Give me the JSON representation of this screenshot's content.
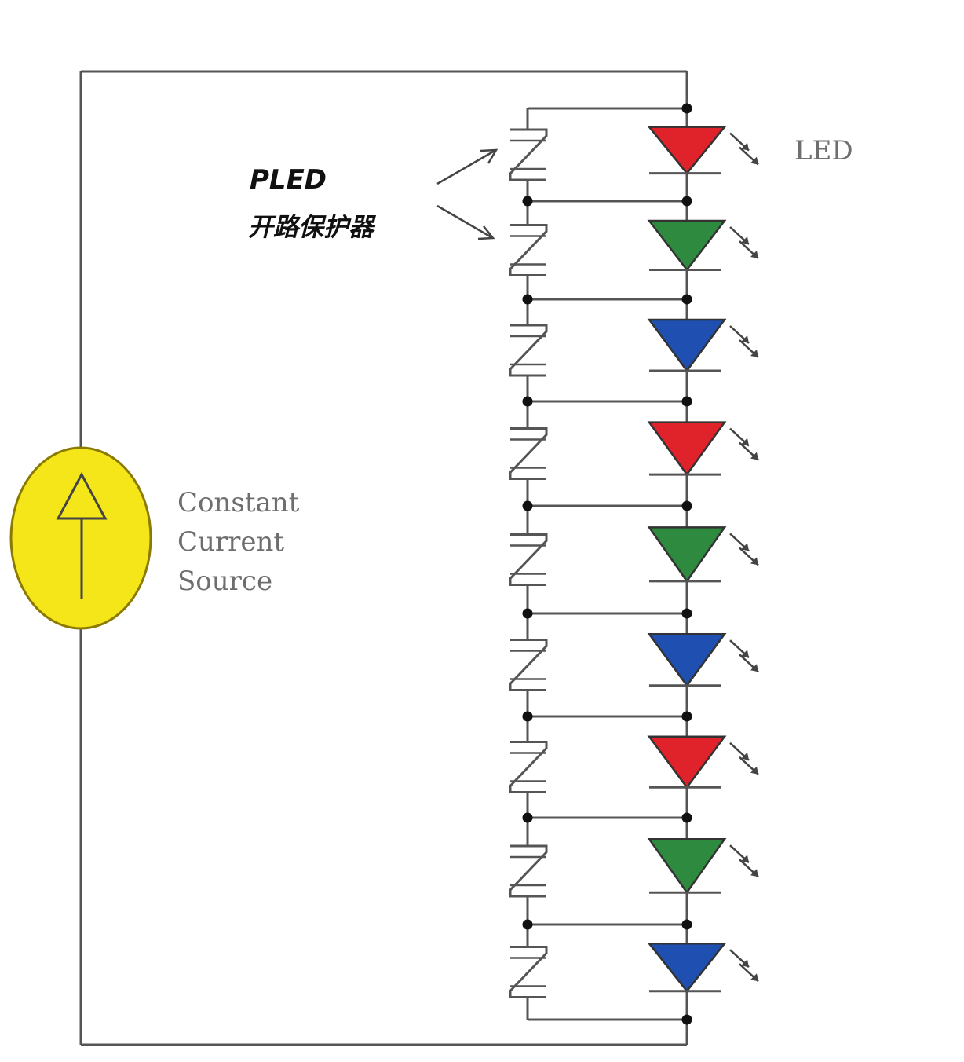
{
  "labels": {
    "led": "LED",
    "pled_line1": "PLED",
    "pled_line2": "开路保护器",
    "source_line1": "Constant",
    "source_line2": "Current",
    "source_line3": "Source"
  },
  "colors": {
    "wire": "#555555",
    "source_fill": "#f5e61a",
    "source_stroke": "#8a7a00",
    "red": "#e0232b",
    "green": "#2e8a3e",
    "blue": "#1f4fb0",
    "dot": "#111111"
  },
  "leds": [
    {
      "color": "red"
    },
    {
      "color": "green"
    },
    {
      "color": "blue"
    },
    {
      "color": "red"
    },
    {
      "color": "green"
    },
    {
      "color": "blue"
    },
    {
      "color": "red"
    },
    {
      "color": "green"
    },
    {
      "color": "blue"
    }
  ]
}
